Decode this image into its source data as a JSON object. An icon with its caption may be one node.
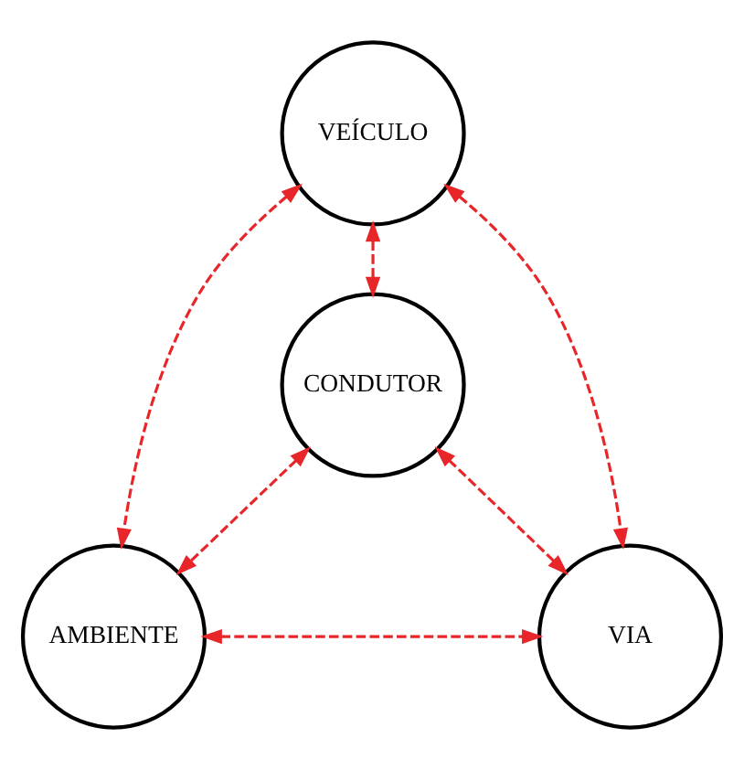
{
  "diagram": {
    "nodes": [
      {
        "text": [
          "VEÍCULO"
        ]
      },
      {
        "text": [
          "CONDUTOR"
        ]
      },
      {
        "text": [
          "AMBIENTE"
        ]
      },
      {
        "text": [
          "VIA"
        ]
      }
    ],
    "edges": [
      {
        "from": 0,
        "to": 1,
        "arrow": "both",
        "style": "dashed"
      },
      {
        "from": 0,
        "to": 2,
        "arrow": "both",
        "style": "dashed"
      },
      {
        "from": 0,
        "to": 3,
        "arrow": "both",
        "style": "dashed"
      },
      {
        "from": 1,
        "to": 2,
        "arrow": "both",
        "style": "dashed"
      },
      {
        "from": 1,
        "to": 3,
        "arrow": "both",
        "style": "dashed"
      },
      {
        "from": 2,
        "to": 3,
        "arrow": "both",
        "style": "dashed"
      }
    ]
  }
}
